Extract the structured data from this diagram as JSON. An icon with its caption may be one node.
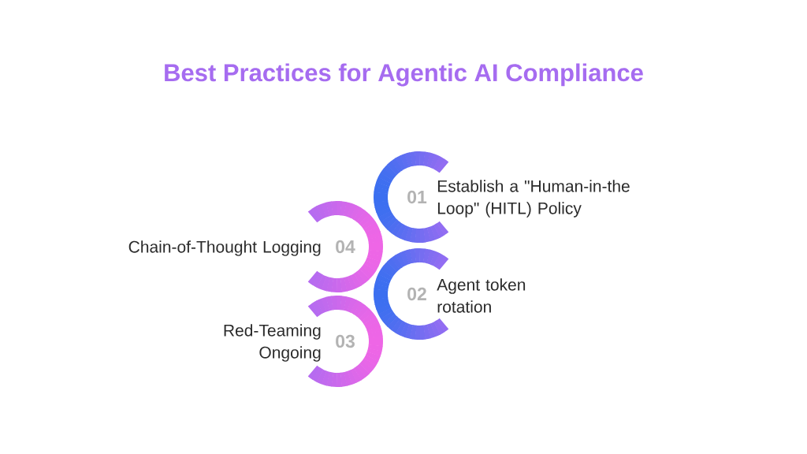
{
  "diagram": {
    "title": "Best Practices for Agentic AI Compliance",
    "nodes": [
      {
        "text": [
          "01",
          "Establish a \"Human-in-the Loop\" (HITL) Policy"
        ]
      },
      {
        "text": [
          "Chain-of-Thought Logging",
          "04"
        ]
      },
      {
        "text": [
          "02",
          "Agent token rotation"
        ]
      },
      {
        "text": [
          "Red-Teaming Ongoing",
          "03"
        ]
      }
    ]
  }
}
